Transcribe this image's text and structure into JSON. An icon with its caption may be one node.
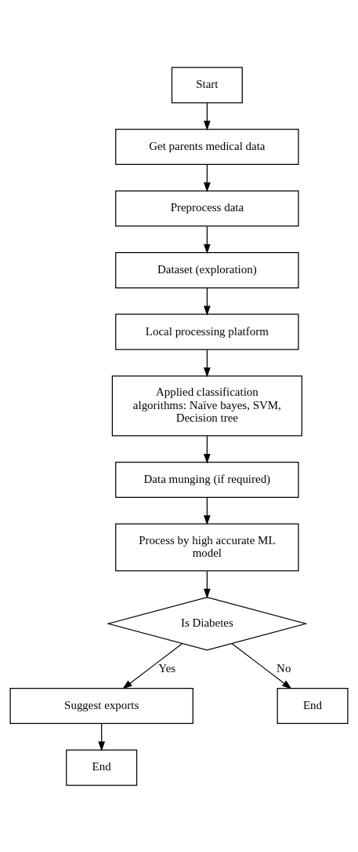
{
  "diagram": {
    "nodes": [
      {
        "text": [
          "Start"
        ]
      },
      {
        "text": [
          "Get parents medical data"
        ]
      },
      {
        "text": [
          "Preprocess data"
        ]
      },
      {
        "text": [
          "Dataset (exploration)"
        ]
      },
      {
        "text": [
          "Local processing platform"
        ]
      },
      {
        "text": [
          "Applied classification algorithms: Naïve bayes, SVM, Decision tree"
        ]
      },
      {
        "text": [
          "Data munging (if required)"
        ]
      },
      {
        "text": [
          "Process by high accurate ML model"
        ]
      },
      {
        "text": [
          "Is Diabetes"
        ]
      },
      {
        "text": [
          "Suggest exports"
        ]
      },
      {
        "text": [
          "End"
        ]
      },
      {
        "text": [
          "End"
        ]
      }
    ],
    "edges": [
      {
        "from": 0,
        "to": 1,
        "arrow": "to"
      },
      {
        "from": 1,
        "to": 2,
        "arrow": "to"
      },
      {
        "from": 2,
        "to": 3,
        "arrow": "to"
      },
      {
        "from": 3,
        "to": 4,
        "arrow": "to"
      },
      {
        "from": 4,
        "to": 5,
        "arrow": "to"
      },
      {
        "from": 5,
        "to": 6,
        "arrow": "to"
      },
      {
        "from": 6,
        "to": 7,
        "arrow": "to"
      },
      {
        "from": 7,
        "to": 8,
        "arrow": "to"
      },
      {
        "from": 8,
        "to": 9,
        "arrow": "to",
        "label": "Yes"
      },
      {
        "from": 8,
        "to": 10,
        "arrow": "to",
        "label": "No"
      },
      {
        "from": 9,
        "to": 11,
        "arrow": "to"
      }
    ]
  }
}
